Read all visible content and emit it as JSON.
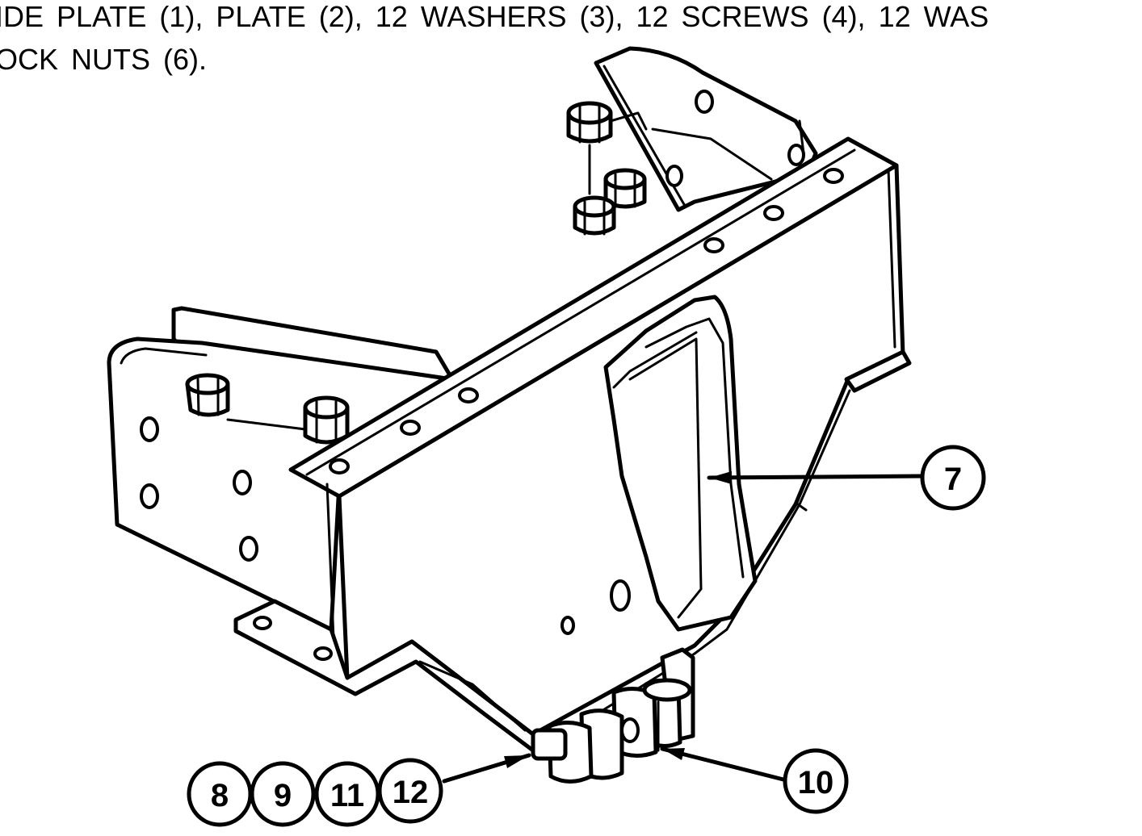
{
  "caption": {
    "line1": "IDE PLATE (1), PLATE (2), 12 WASHERS (3), 12 SCREWS (4), 12 WAS",
    "line2": "OCK NUTS (6)."
  },
  "callouts": {
    "item_7": "7",
    "item_8": "8",
    "item_9": "9",
    "item_11": "11",
    "item_12": "12",
    "item_10": "10"
  }
}
